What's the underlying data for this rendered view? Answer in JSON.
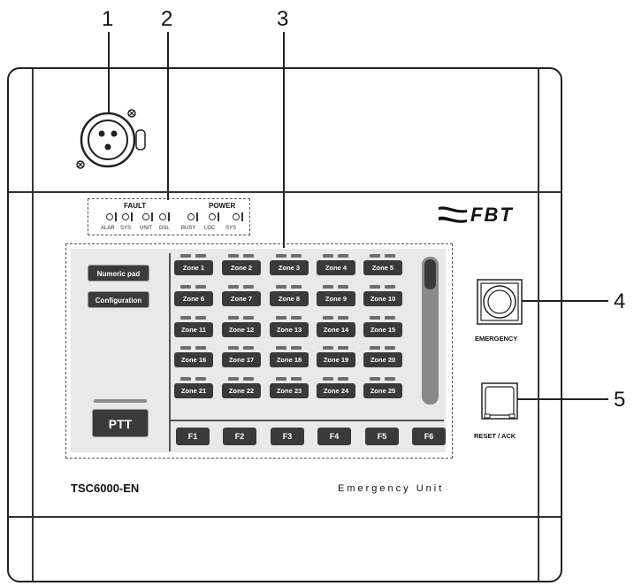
{
  "callouts": [
    "1",
    "2",
    "3",
    "4",
    "5"
  ],
  "brand": "FBT",
  "model": "TSC6000-EN",
  "unit_type": "Emergency Unit",
  "led_panel": {
    "fault_label": "FAULT",
    "power_label": "POWER",
    "captions": [
      "ALAR",
      "SYS",
      "UNIT",
      "DSL",
      "BUSY",
      "LOC",
      "SYS"
    ]
  },
  "screen": {
    "numeric_pad": "Numeric pad",
    "configuration": "Configuration",
    "ptt": "PTT",
    "zones": [
      [
        "Zone 1",
        "Zone 2",
        "Zone 3",
        "Zone 4",
        "Zone 5"
      ],
      [
        "Zone 6",
        "Zone 7",
        "Zone 8",
        "Zone 9",
        "Zone 10"
      ],
      [
        "Zone 11",
        "Zone 12",
        "Zone 13",
        "Zone 14",
        "Zone 15"
      ],
      [
        "Zone 16",
        "Zone 17",
        "Zone 18",
        "Zone 19",
        "Zone 20"
      ],
      [
        "Zone 21",
        "Zone 22",
        "Zone 23",
        "Zone 24",
        "Zone 25"
      ]
    ],
    "function_keys": [
      "F1",
      "F2",
      "F3",
      "F4",
      "F5",
      "F6"
    ]
  },
  "buttons": {
    "emergency_label": "EMERGENCY",
    "reset_label": "RESET / ACK"
  },
  "icons": {
    "connector": "xlr-connector-icon",
    "logo": "fbt-logo-icon"
  }
}
